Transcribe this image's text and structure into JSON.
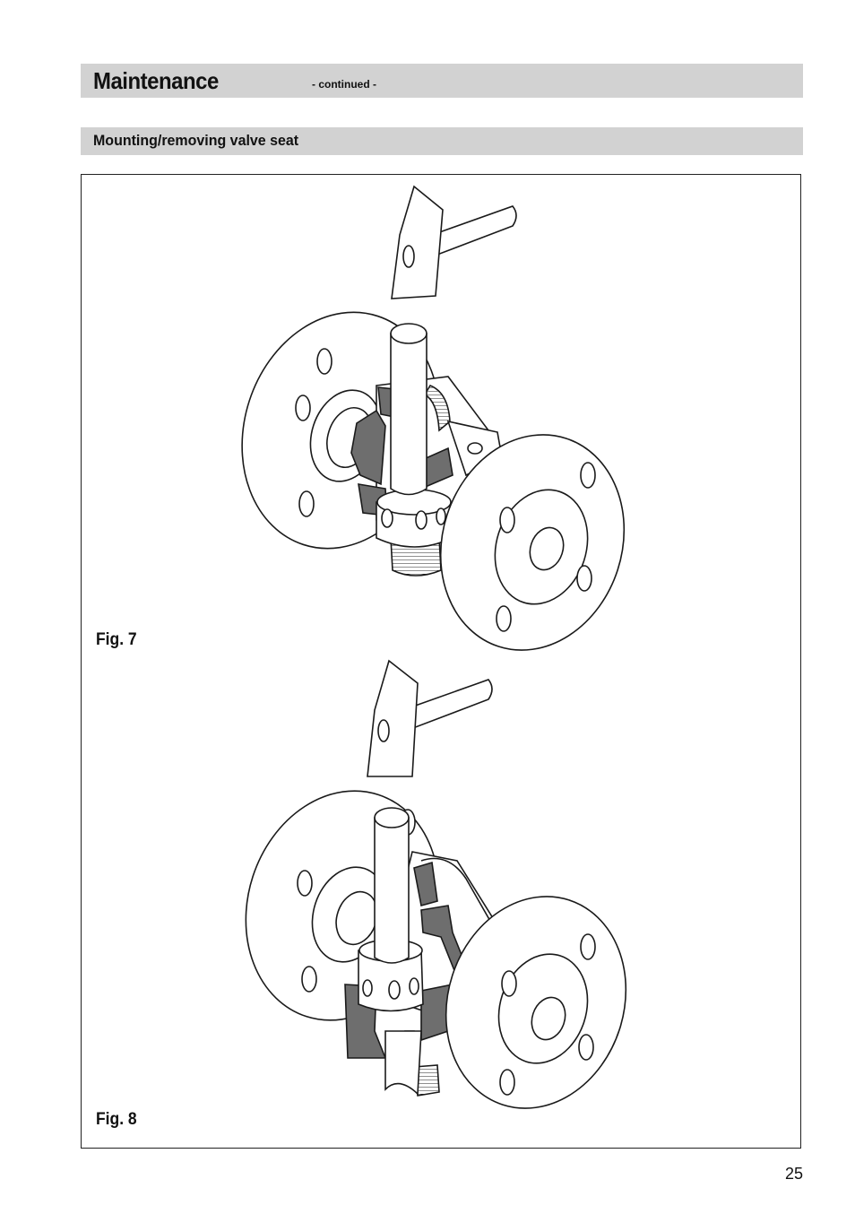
{
  "header": {
    "title": "Maintenance",
    "subtitle": "- continued -"
  },
  "section": {
    "title": "Mounting/removing valve seat"
  },
  "figures": [
    {
      "label": "Fig. 7"
    },
    {
      "label": "Fig. 8"
    }
  ],
  "footer": {
    "page_number": "25"
  },
  "colors": {
    "header_bar": "#d2d2d2",
    "section_bar": "#d2d2d2",
    "cutaway": "#6e6e6e",
    "line": "#1a1a1a"
  }
}
